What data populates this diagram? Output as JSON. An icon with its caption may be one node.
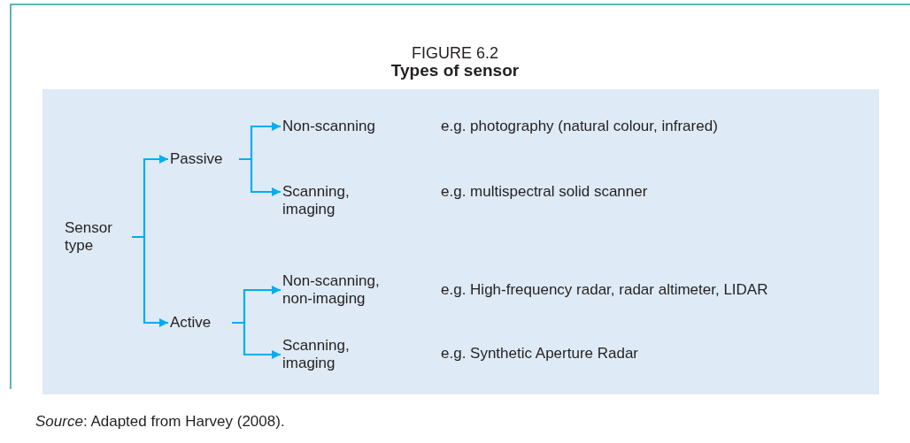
{
  "diagram": {
    "title": "Types of sensor",
    "caption": "*Source*: Adapted from Harvey (2008).",
    "labels": [
      "FIGURE 6.2",
      "e.g. photography (natural colour, infrared)",
      "e.g. multispectral solid scanner",
      "e.g. High-frequency radar, radar altimeter, LIDAR",
      "e.g. Synthetic Aperture Radar"
    ],
    "nodes": [
      {
        "text": [
          "Sensor type"
        ]
      },
      {
        "text": [
          "Passive"
        ]
      },
      {
        "text": [
          "Non-scanning"
        ]
      },
      {
        "text": [
          "Scanning, imaging"
        ]
      },
      {
        "text": [
          "Active"
        ]
      },
      {
        "text": [
          "Non-scanning, non-imaging"
        ]
      },
      {
        "text": [
          "Scanning, imaging"
        ]
      }
    ],
    "edges": [
      {
        "from": 0,
        "to": 1,
        "arrow": "to"
      },
      {
        "from": 0,
        "to": 4,
        "arrow": "to"
      },
      {
        "from": 1,
        "to": 2,
        "arrow": "to"
      },
      {
        "from": 1,
        "to": 3,
        "arrow": "to"
      },
      {
        "from": 4,
        "to": 5,
        "arrow": "to"
      },
      {
        "from": 4,
        "to": 6,
        "arrow": "to"
      }
    ]
  }
}
